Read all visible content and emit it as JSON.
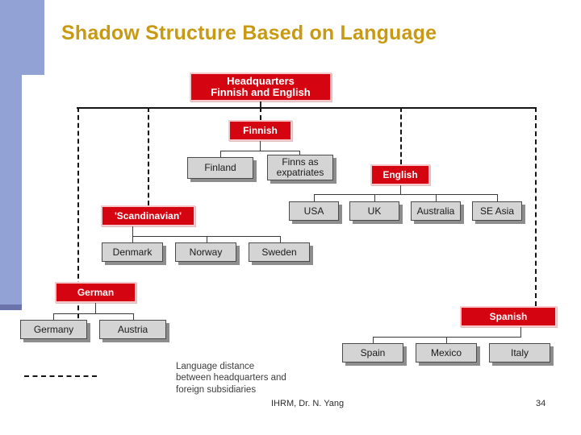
{
  "slide": {
    "title": "Shadow Structure Based on Language",
    "accent_color": "#c89a14",
    "node_red": "#d40511",
    "node_gray": "#d4d4d4",
    "sidebar_color": "#93a2d4",
    "sidebar_foot_color": "#6a74ab"
  },
  "diagram": {
    "type": "org-chart",
    "root": {
      "label": "Headquarters\nFinnish and English"
    },
    "groups": [
      {
        "id": "finnish",
        "label": "Finnish",
        "children": [
          "Finland",
          "Finns as\nexpatriates"
        ]
      },
      {
        "id": "english",
        "label": "English",
        "children": [
          "USA",
          "UK",
          "Australia",
          "SE Asia"
        ]
      },
      {
        "id": "scandinavian",
        "label": "'Scandinavian'",
        "children": [
          "Denmark",
          "Norway",
          "Sweden"
        ]
      },
      {
        "id": "german",
        "label": "German",
        "children": [
          "Germany",
          "Austria"
        ]
      },
      {
        "id": "spanish",
        "label": "Spanish",
        "children": [
          "Spain",
          "Mexico",
          "Italy"
        ]
      }
    ],
    "nodes": {
      "headquarters": "Headquarters\nFinnish and English",
      "finnish": "Finnish",
      "finland": "Finland",
      "finns_expatriates": "Finns as\nexpatriates",
      "english": "English",
      "usa": "USA",
      "uk": "UK",
      "australia": "Australia",
      "se_asia": "SE Asia",
      "scandinavian": "'Scandinavian'",
      "denmark": "Denmark",
      "norway": "Norway",
      "sweden": "Sweden",
      "german": "German",
      "germany": "Germany",
      "austria": "Austria",
      "spanish": "Spanish",
      "spain": "Spain",
      "mexico": "Mexico",
      "italy": "Italy"
    }
  },
  "legend": {
    "description": "Language distance\nbetween headquarters and\nforeign subsidiaries"
  },
  "footer": {
    "note": "IHRM, Dr. N. Yang",
    "page": "34"
  }
}
